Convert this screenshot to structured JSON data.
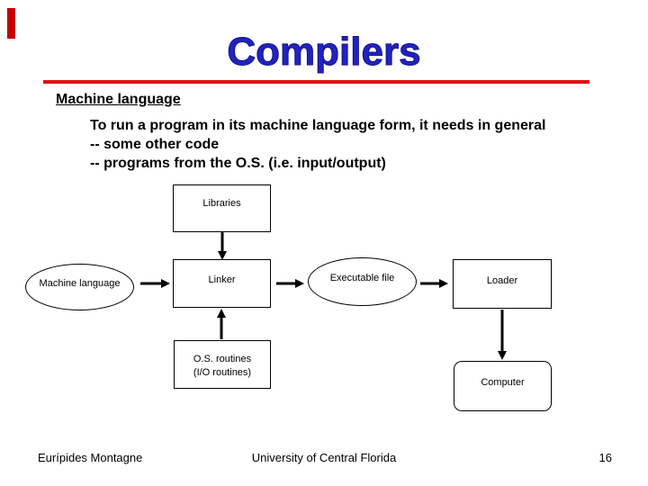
{
  "slide": {
    "title": "Compilers",
    "body": {
      "heading": "Machine language",
      "line1": "To run a program in its machine language form, it needs in general",
      "line2": "-- some other code",
      "line3": "-- programs from the O.S. (i.e. input/output)"
    },
    "colors": {
      "title_blue": "#2222c0",
      "accent_red": "#dd1111",
      "corner_bar_red": "#c40000",
      "diagram_ink": "#000000"
    },
    "diagram": {
      "nodes": [
        {
          "id": "libraries",
          "shape": "rectangle",
          "label": "Libraries"
        },
        {
          "id": "machine-language",
          "shape": "ellipse",
          "label": "Machine language"
        },
        {
          "id": "linker",
          "shape": "rectangle",
          "label": "Linker"
        },
        {
          "id": "executable-file",
          "shape": "ellipse",
          "label": "Executable file"
        },
        {
          "id": "loader",
          "shape": "rectangle",
          "label": "Loader"
        },
        {
          "id": "os-routines",
          "shape": "rectangle",
          "label_line1": "O.S. routines",
          "label_line2": "(I/O routines)"
        },
        {
          "id": "computer",
          "shape": "rounded-rectangle",
          "label": "Computer"
        }
      ],
      "edges": [
        {
          "from": "libraries",
          "to": "linker",
          "direction": "down"
        },
        {
          "from": "machine-language",
          "to": "linker",
          "direction": "right"
        },
        {
          "from": "linker",
          "to": "executable-file",
          "direction": "right"
        },
        {
          "from": "executable-file",
          "to": "loader",
          "direction": "right"
        },
        {
          "from": "os-routines",
          "to": "linker",
          "direction": "up"
        },
        {
          "from": "loader",
          "to": "computer",
          "direction": "down"
        }
      ]
    },
    "footer": {
      "author": "Eurípides Montagne",
      "institution": "University of Central Florida",
      "page_number": "16"
    }
  }
}
